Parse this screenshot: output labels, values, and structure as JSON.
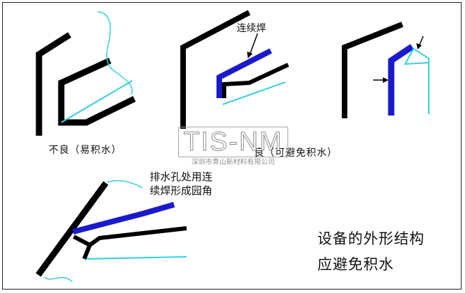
{
  "labels": {
    "bad": "不良（易积水）",
    "good": "良（可避免积水）",
    "continuous_weld": "连续焊",
    "drain_note_line1": "排水孔处用连",
    "drain_note_line2": "续焊形成园角",
    "design_note_line1": "设备的外形结构",
    "design_note_line2": "应避免积水"
  },
  "watermark": {
    "logo": "TIS-NM",
    "company": "深圳市青山新材料有限公司"
  },
  "colors": {
    "frame": "#000000",
    "weld": "#1a1acc",
    "water": "#33d0e0"
  }
}
